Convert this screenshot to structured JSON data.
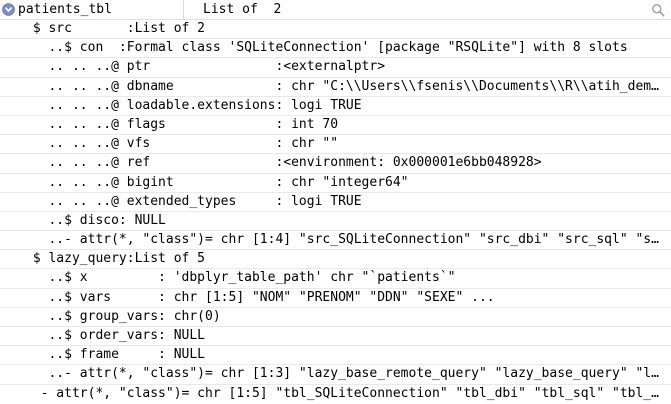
{
  "header": {
    "object_name": "patients_tbl",
    "object_type": "List of  2"
  },
  "icons": {
    "expand": "chevron-down-circle-icon",
    "search": "magnifier-icon"
  },
  "colors": {
    "background": "#ffffff",
    "text": "#000000",
    "row_border": "#e9e9e9",
    "header_divider": "#dadada",
    "expand_icon_blue": "#7b8fc9",
    "expand_icon_blue_border": "#5f74ad",
    "search_icon_gray": "#9aa2aa"
  },
  "rows": [
    {
      "text": " $ src       :List of 2"
    },
    {
      "text": "   ..$ con  :Formal class 'SQLiteConnection' [package \"RSQLite\"] with 8 slots"
    },
    {
      "text": "   .. .. ..@ ptr                :<externalptr>"
    },
    {
      "text": "   .. .. ..@ dbname             : chr \"C:\\\\Users\\\\fsenis\\\\Documents\\\\R\\\\atih_dem…"
    },
    {
      "text": "   .. .. ..@ loadable.extensions: logi TRUE"
    },
    {
      "text": "   .. .. ..@ flags              : int 70"
    },
    {
      "text": "   .. .. ..@ vfs                : chr \"\""
    },
    {
      "text": "   .. .. ..@ ref                :<environment: 0x000001e6bb048928>"
    },
    {
      "text": "   .. .. ..@ bigint             : chr \"integer64\""
    },
    {
      "text": "   .. .. ..@ extended_types     : logi TRUE"
    },
    {
      "text": "   ..$ disco: NULL"
    },
    {
      "text": "   ..- attr(*, \"class\")= chr [1:4] \"src_SQLiteConnection\" \"src_dbi\" \"src_sql\" \"s…"
    },
    {
      "text": " $ lazy_query:List of 5"
    },
    {
      "text": "   ..$ x         : 'dbplyr_table_path' chr \"`patients`\""
    },
    {
      "text": "   ..$ vars      : chr [1:5] \"NOM\" \"PRENOM\" \"DDN\" \"SEXE\" ..."
    },
    {
      "text": "   ..$ group_vars: chr(0)"
    },
    {
      "text": "   ..$ order_vars: NULL"
    },
    {
      "text": "   ..$ frame     : NULL"
    },
    {
      "text": "   ..- attr(*, \"class\")= chr [1:3] \"lazy_base_remote_query\" \"lazy_base_query\" \"l…"
    },
    {
      "text": "  - attr(*, \"class\")= chr [1:5] \"tbl_SQLiteConnection\" \"tbl_dbi\" \"tbl_sql\" \"tbl_…"
    }
  ]
}
